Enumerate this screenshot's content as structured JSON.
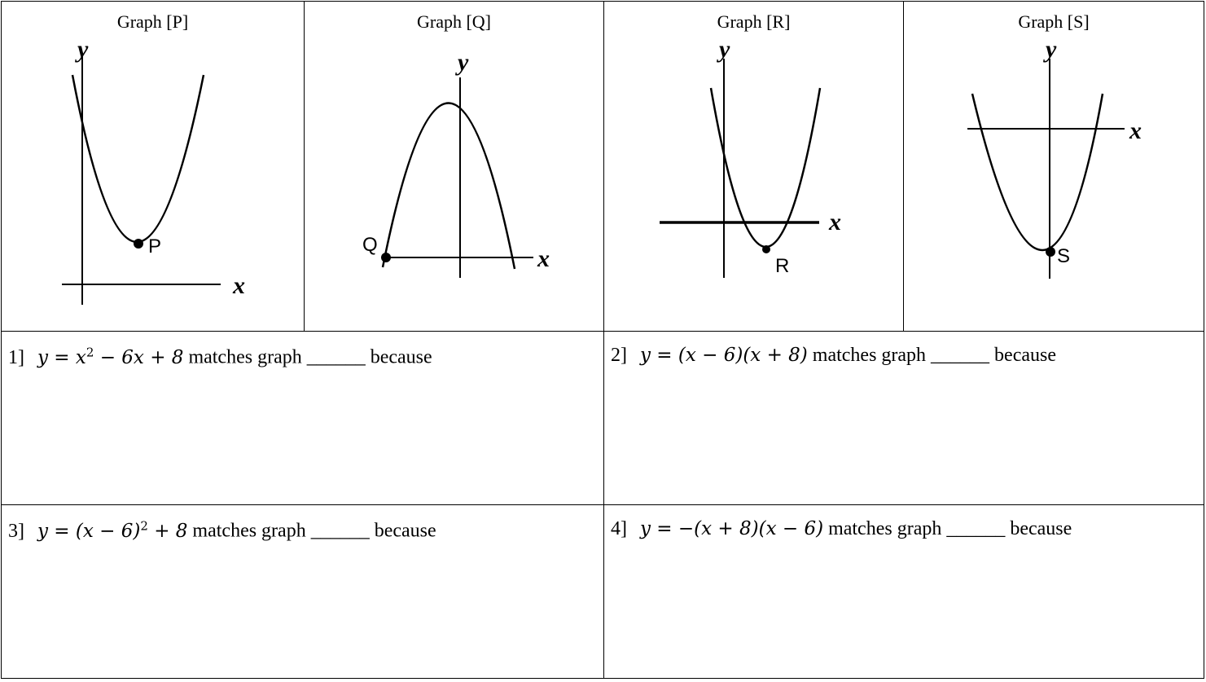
{
  "graphs": [
    {
      "title": "Graph [P]",
      "point": "P",
      "x_axis": "x",
      "y_axis": "y"
    },
    {
      "title": "Graph [Q]",
      "point": "Q",
      "x_axis": "x",
      "y_axis": "y"
    },
    {
      "title": "Graph [R]",
      "point": "R",
      "x_axis": "x",
      "y_axis": "y"
    },
    {
      "title": "Graph [S]",
      "point": "S",
      "x_axis": "x",
      "y_axis": "y"
    }
  ],
  "questions": [
    {
      "num": "1]",
      "eq_html": "y = x<sup>2</sup> − 6x + 8",
      "text": "matches graph ______ because"
    },
    {
      "num": "2]",
      "eq_html": "y = (x − 6)(x + 8)",
      "text": "matches graph ______ because"
    },
    {
      "num": "3]",
      "eq_html": "y = (x − 6)<sup>2</sup> + 8",
      "text": "matches graph ______ because"
    },
    {
      "num": "4]",
      "eq_html": "y = −(x + 8)(x − 6)",
      "text": " matches graph ______ because"
    }
  ]
}
